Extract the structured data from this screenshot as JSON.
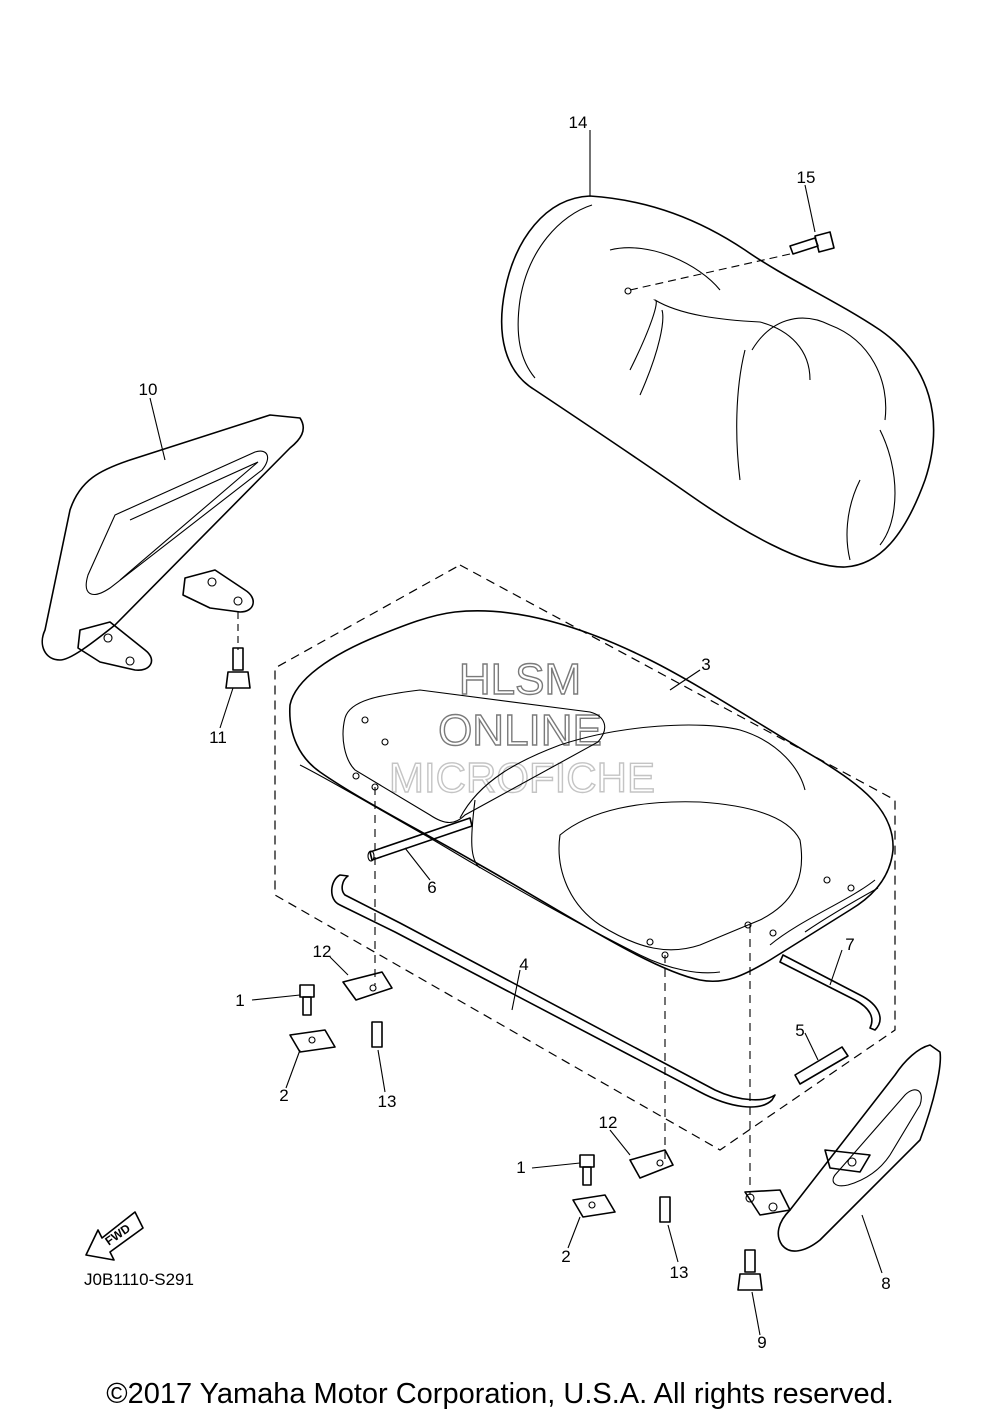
{
  "diagram": {
    "code": "J0B1110-S291",
    "copyright": "©2017 Yamaha Motor Corporation, U.S.A. All rights reserved.",
    "fwd_label": "FWD",
    "watermark": [
      "HLSM",
      "ONLINE",
      "MICROFICHE"
    ],
    "callouts": {
      "c1a": "1",
      "c1b": "1",
      "c2a": "2",
      "c2b": "2",
      "c3": "3",
      "c4": "4",
      "c5": "5",
      "c6": "6",
      "c7": "7",
      "c8": "8",
      "c9": "9",
      "c10": "10",
      "c11": "11",
      "c12a": "12",
      "c12b": "12",
      "c13a": "13",
      "c13b": "13",
      "c14": "14",
      "c15": "15"
    }
  }
}
